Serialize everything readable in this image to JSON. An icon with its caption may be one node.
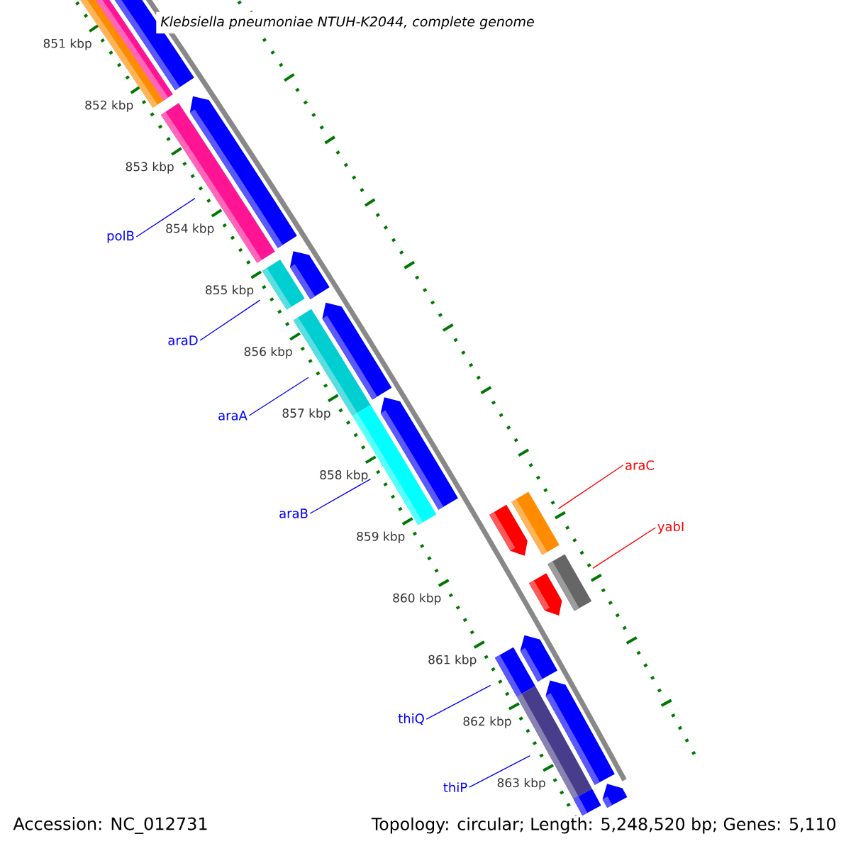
{
  "diagram": {
    "title": "Klebsiella pneumoniae NTUH-K2044, complete genome",
    "nodes": [
      {
        "text": [
          "polB"
        ]
      },
      {
        "text": [],
        "shape": "bar"
      },
      {
        "text": [
          "araD"
        ]
      },
      {
        "text": [],
        "shape": "bar"
      },
      {
        "text": [
          "araA"
        ]
      },
      {
        "text": [],
        "shape": "bar"
      },
      {
        "text": [
          "araB"
        ]
      },
      {
        "text": [],
        "shape": "bar"
      },
      {
        "text": [
          "araC"
        ]
      },
      {
        "text": [],
        "shape": "bar"
      },
      {
        "text": [
          "yabI"
        ]
      },
      {
        "text": [],
        "shape": "bar"
      },
      {
        "text": [
          "thiQ"
        ]
      },
      {
        "text": [],
        "shape": "bar"
      },
      {
        "text": [
          "thiP"
        ]
      },
      {
        "text": [],
        "shape": "bar"
      },
      {
        "text": [],
        "shape": "bar"
      },
      {
        "text": [],
        "shape": "bar"
      },
      {
        "text": [],
        "shape": "bar"
      },
      {
        "text": [],
        "shape": "arrow"
      },
      {
        "text": [],
        "shape": "arrow"
      },
      {
        "text": [],
        "shape": "arrow"
      },
      {
        "text": [],
        "shape": "arrow"
      },
      {
        "text": [],
        "shape": "arrow"
      },
      {
        "text": [],
        "shape": "arrow"
      },
      {
        "text": [],
        "shape": "arrow"
      },
      {
        "text": [],
        "shape": "arrow"
      },
      {
        "text": [],
        "shape": "arrow"
      },
      {
        "text": [],
        "shape": "bar"
      }
    ],
    "edges": [
      {
        "from": 0,
        "to": 1,
        "arrow": "none"
      },
      {
        "from": 2,
        "to": 3,
        "arrow": "none"
      },
      {
        "from": 4,
        "to": 5,
        "arrow": "none"
      },
      {
        "from": 6,
        "to": 7,
        "arrow": "none"
      },
      {
        "from": 8,
        "to": 9,
        "arrow": "none",
        "color": "#ff0000"
      },
      {
        "from": 10,
        "to": 11,
        "arrow": "none",
        "color": "#ff0000"
      },
      {
        "from": 12,
        "to": 13,
        "arrow": "none"
      },
      {
        "from": 14,
        "to": 15,
        "arrow": "none"
      }
    ],
    "labels": [
      "851 kbp",
      "852 kbp",
      "853 kbp",
      "854 kbp",
      "855 kbp",
      "856 kbp",
      "857 kbp",
      "858 kbp",
      "859 kbp",
      "860 kbp",
      "861 kbp",
      "862 kbp",
      "863 kbp",
      "Accession: NC_012731",
      "Topology: circular; Length: 5,248,520 bp; Genes: 5,110"
    ]
  }
}
